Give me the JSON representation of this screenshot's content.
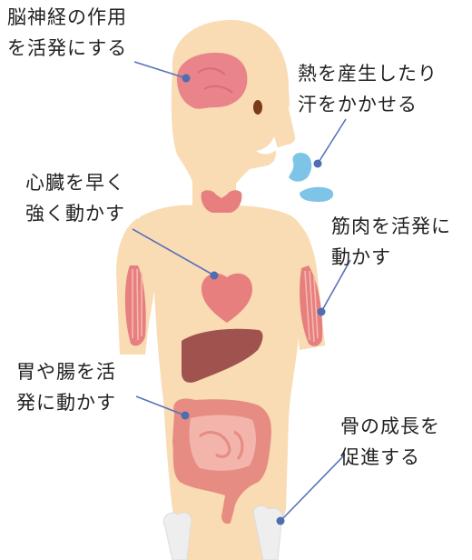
{
  "labels": {
    "brain": {
      "line1": "脳神経の作用",
      "line2": "を活発にする"
    },
    "breath": {
      "line1": "熱を産生したり",
      "line2": "汗をかかせる"
    },
    "heart": {
      "line1": "心臓を早く",
      "line2": "強く動かす"
    },
    "muscle": {
      "line1": "筋肉を活発に",
      "line2": "動かす"
    },
    "gut": {
      "line1": "胃や腸を活",
      "line2": "発に動かす"
    },
    "bone": {
      "line1": "骨の成長を",
      "line2": "促進する"
    }
  },
  "colors": {
    "skin": "#f9dbb4",
    "brain": "#e8848a",
    "organ_red": "#e77f7f",
    "liver": "#a0524e",
    "intestine": "#e68c82",
    "droplet": "#7ec4e6",
    "pointer_dot": "#4f6db0",
    "pointer_line": "#5872b8",
    "bone": "#eeeeee"
  }
}
